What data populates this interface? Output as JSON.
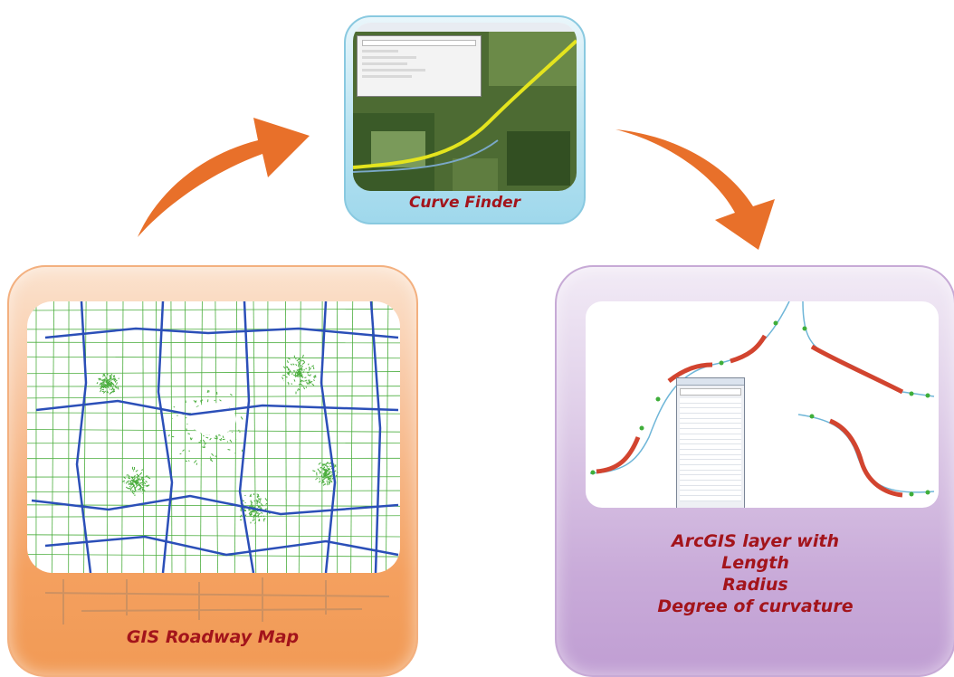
{
  "diagram": {
    "nodes": [
      {
        "id": "gis-map",
        "label": "GIS Roadway Map",
        "color": "#f4a05f"
      },
      {
        "id": "curve-finder",
        "label": "Curve Finder",
        "color": "#9fd8ec"
      },
      {
        "id": "arcgis-layer",
        "label_lines": [
          "ArcGIS layer with",
          "Length",
          "Radius",
          "Degree of curvature"
        ],
        "color": "#c9abd9"
      }
    ],
    "edges": [
      {
        "from": "gis-map",
        "to": "curve-finder"
      },
      {
        "from": "curve-finder",
        "to": "arcgis-layer"
      }
    ],
    "arrow_color": "#e8702a",
    "label_color": "#a3141b",
    "road_colors": {
      "major": "#2b4fb8",
      "minor": "#4cae3f"
    },
    "curve_colors": {
      "segment": "#d2442f",
      "point": "#3fae3a",
      "line": "#6fb6d8"
    }
  }
}
